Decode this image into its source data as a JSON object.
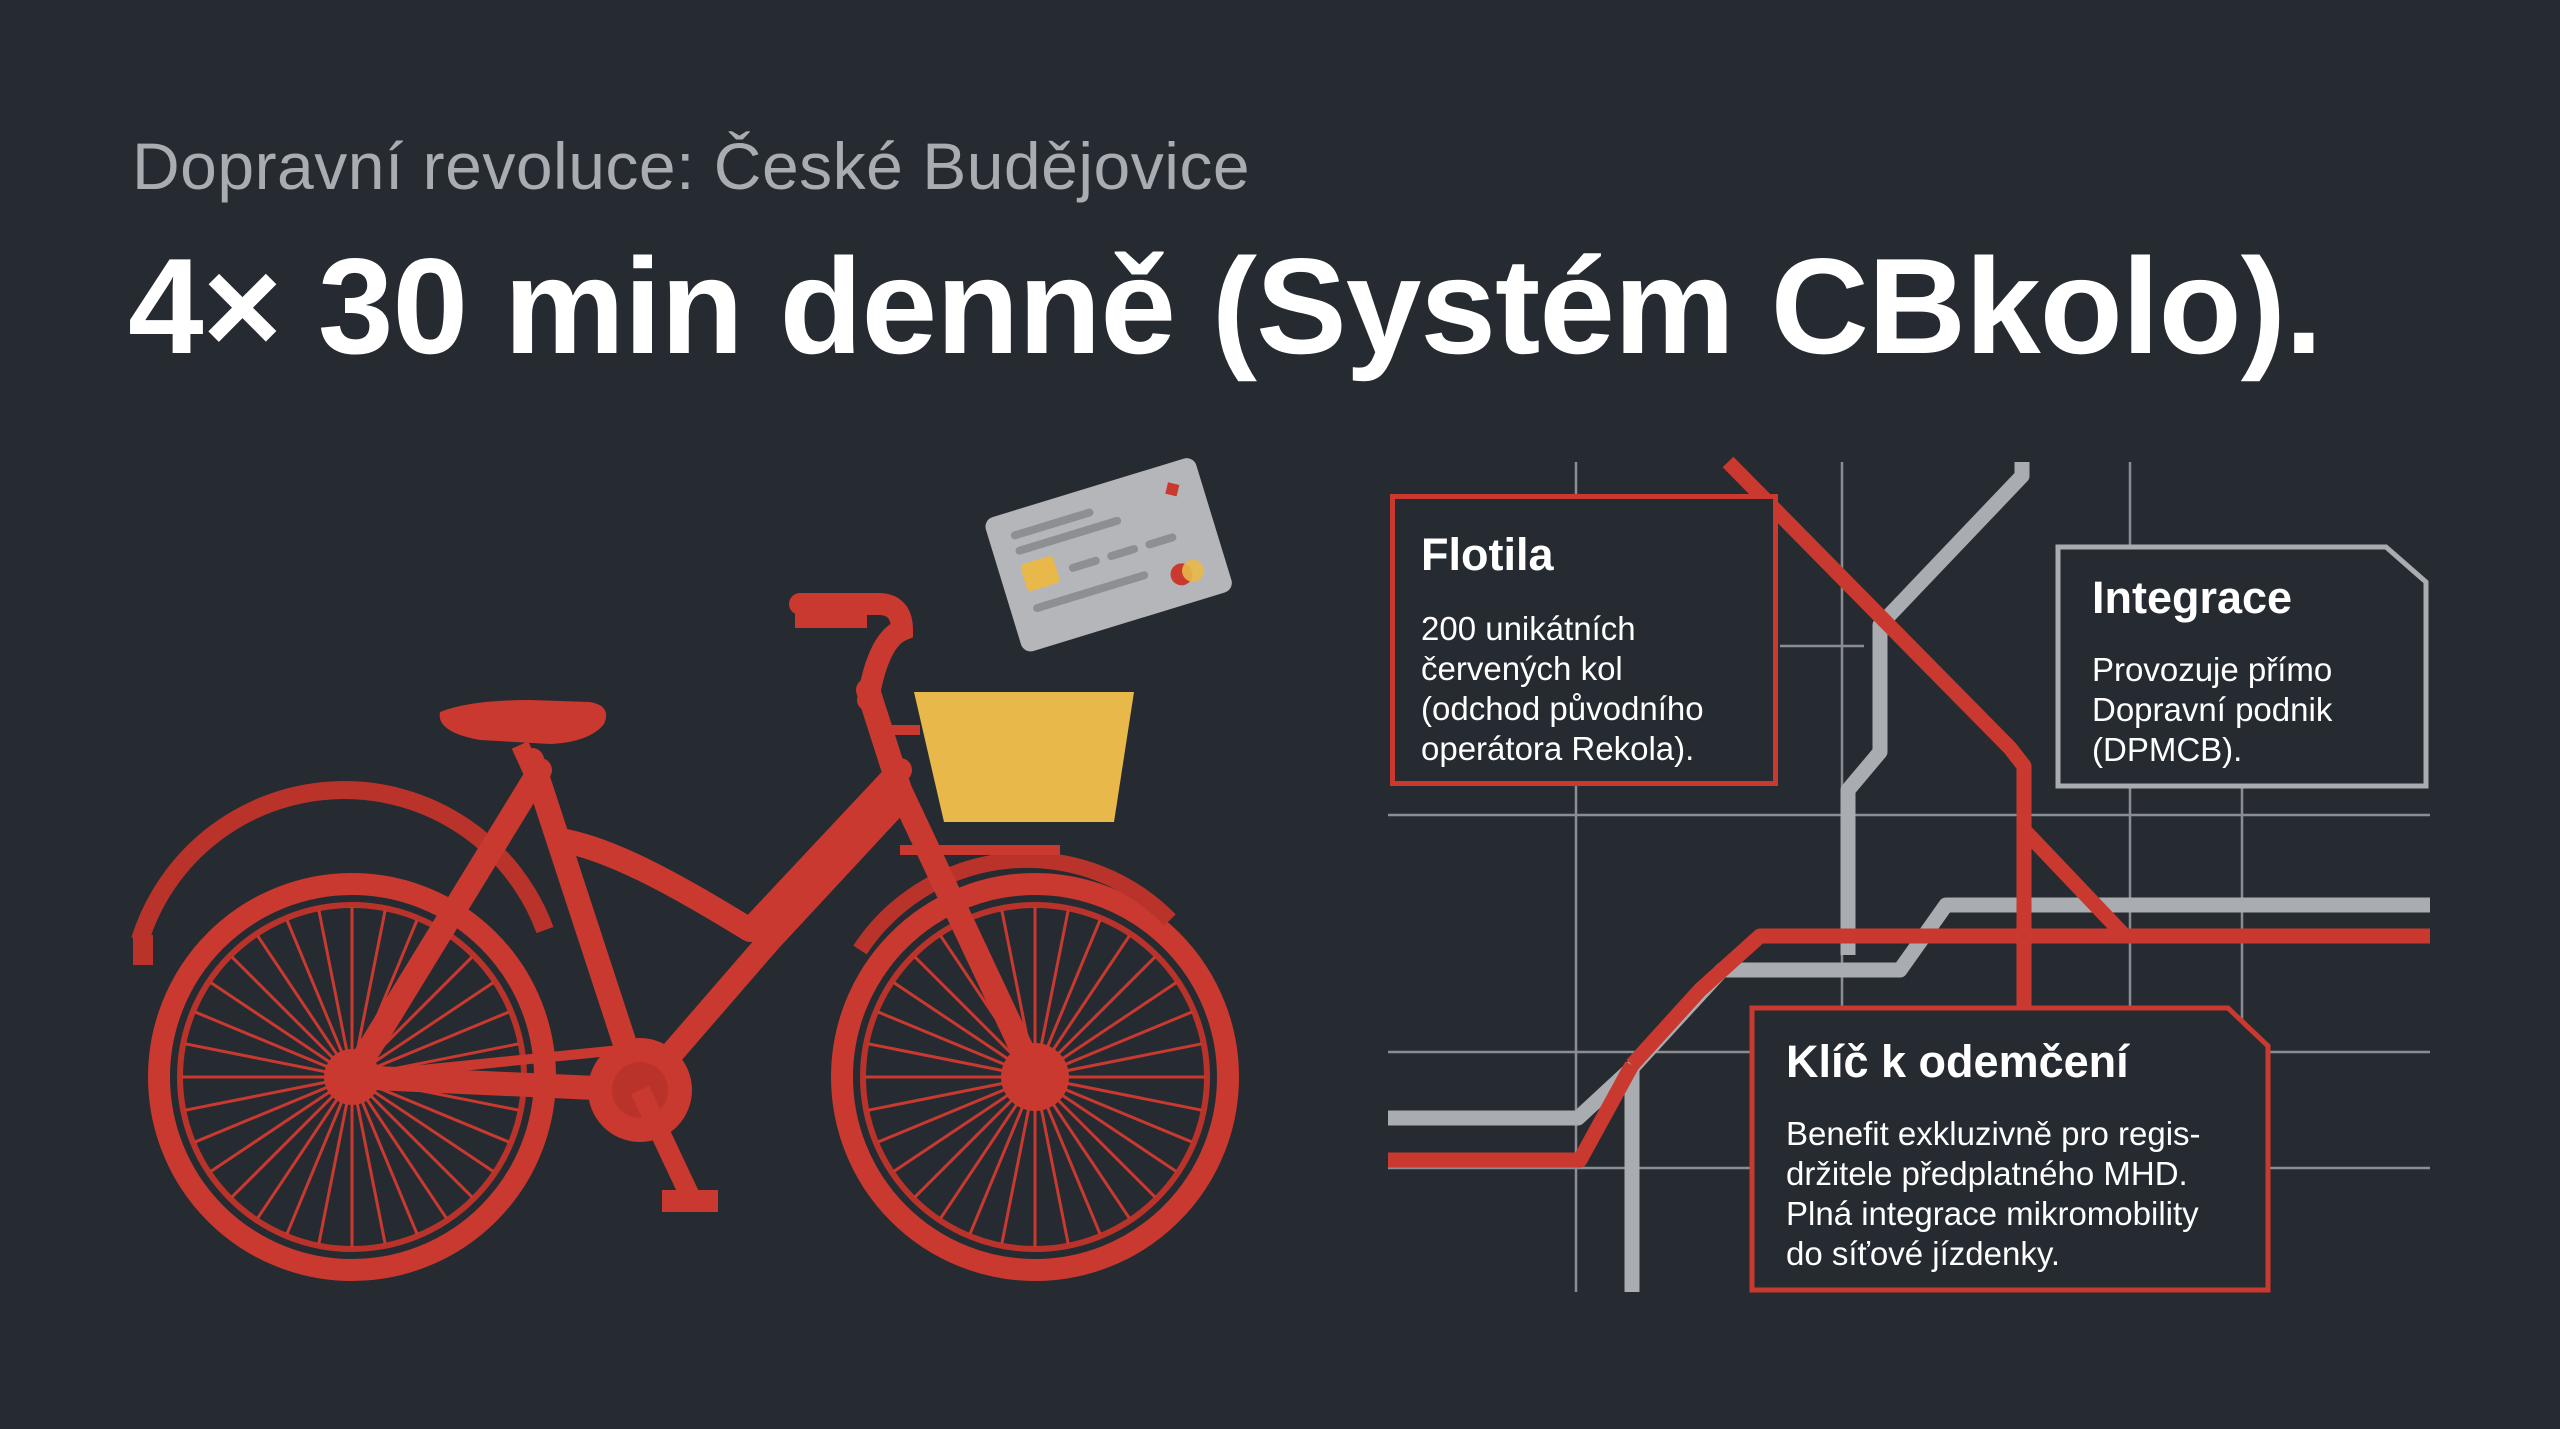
{
  "header": {
    "subtitle": "Dopravní revoluce: České Budějovice",
    "headline": "4× 30 min denně (Systém CBkolo)."
  },
  "cards": {
    "flotila": {
      "title": "Flotila",
      "text": "200 unikátních červených kol (odchod původního operátora Rekola)."
    },
    "integrace": {
      "title": "Integrace",
      "text": "Provozuje přímo Dopravní podnik (DPMCB)."
    },
    "klic": {
      "title": "Klíč k odemčení",
      "text": "Benefit exkluzivně pro regis-držitele předplatného MHD. Plná integrace mikromobility do síťové jízdenky."
    }
  },
  "colors": {
    "background": "#262b32",
    "accent_red": "#c9392f",
    "route_grey": "#a9acb0",
    "basket_yellow": "#e8b84a",
    "card_grey": "#b4b6ba"
  },
  "icons": [
    "bicycle-icon",
    "basket-icon",
    "payment-card-icon",
    "transit-map-icon"
  ]
}
